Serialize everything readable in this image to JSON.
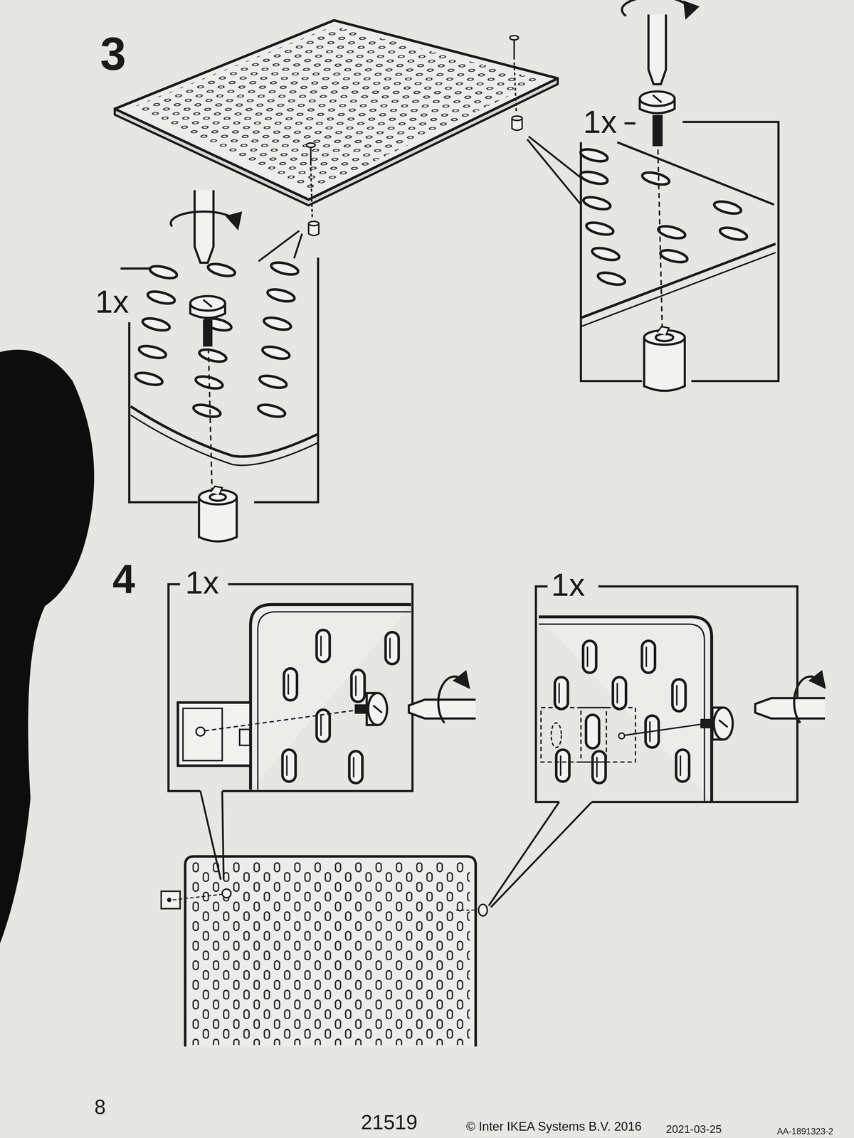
{
  "diagram": {
    "labels": [
      "3",
      "1x",
      "1x",
      "4",
      "1x",
      "1x",
      "8",
      "21519",
      "© Inter IKEA Systems B.V. 2016",
      "2021-03-25",
      "AA-1891323-2"
    ]
  }
}
